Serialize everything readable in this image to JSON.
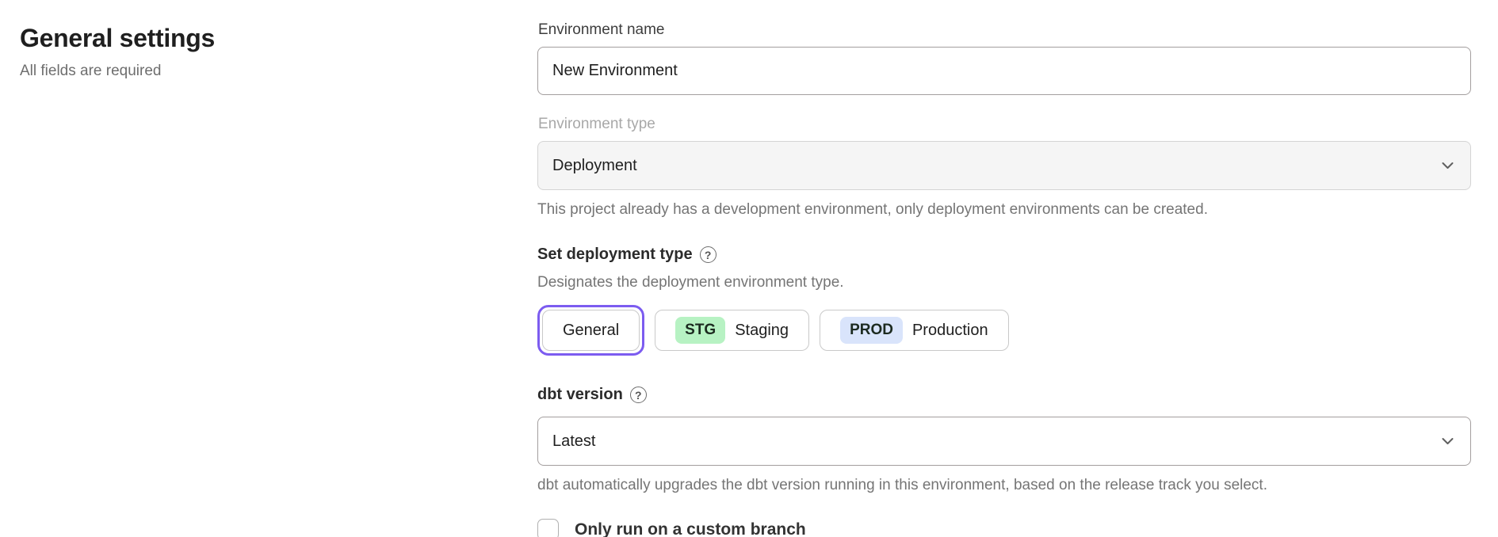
{
  "page": {
    "title": "General settings",
    "subtitle": "All fields are required"
  },
  "form": {
    "environment_name": {
      "label": "Environment name",
      "value": "New Environment"
    },
    "environment_type": {
      "label": "Environment type",
      "value": "Deployment",
      "disabled": true,
      "helper": "This project already has a development environment, only deployment environments can be created."
    },
    "deployment_type": {
      "label": "Set deployment type",
      "description": "Designates the deployment environment type.",
      "options": [
        {
          "label": "General",
          "badge": "",
          "selected": true
        },
        {
          "label": "Staging",
          "badge": "STG",
          "badge_color": "#b7f2c3",
          "selected": false
        },
        {
          "label": "Production",
          "badge": "PROD",
          "badge_color": "#d9e4fb",
          "selected": false
        }
      ]
    },
    "dbt_version": {
      "label": "dbt version",
      "value": "Latest",
      "helper": "dbt automatically upgrades the dbt version running in this environment, based on the release track you select."
    },
    "custom_branch": {
      "label": "Only run on a custom branch",
      "checked": false
    }
  },
  "icons": {
    "help": "?"
  },
  "colors": {
    "selected_ring": "#7c5cf0",
    "staging_badge": "#b7f2c3",
    "production_badge": "#d9e4fb"
  }
}
